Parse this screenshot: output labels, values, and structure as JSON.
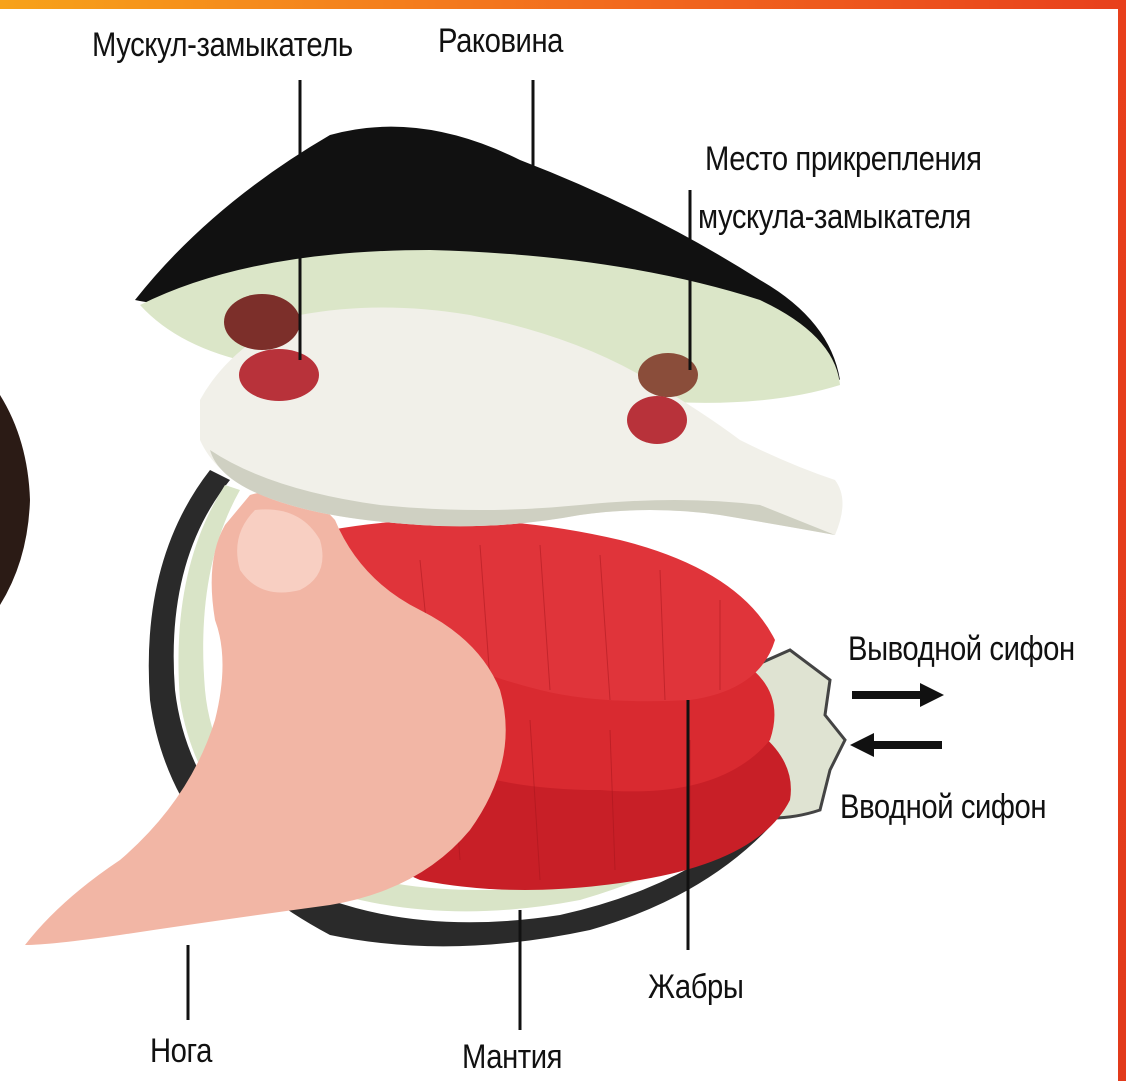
{
  "labels": {
    "adductor_muscle": "Мускул-замыкатель",
    "shell": "Раковина",
    "attachment_line1": "Место прикрепления",
    "attachment_line2": "мускула-замыкателя",
    "exhalant_siphon": "Выводной сифон",
    "inhalant_siphon": "Вводной сифон",
    "foot": "Нога",
    "mantle": "Мантия",
    "gills": "Жабры"
  },
  "colors": {
    "frame_orange": "#f26a1e",
    "frame_red": "#e23a1b",
    "shell_outer": "#111111",
    "shell_inner": "#dce7c9",
    "mantle_white": "#f1f1ea",
    "gills_red": "#d8252c",
    "foot_pink": "#f4b8a7",
    "muscle_red": "#b8323a"
  }
}
